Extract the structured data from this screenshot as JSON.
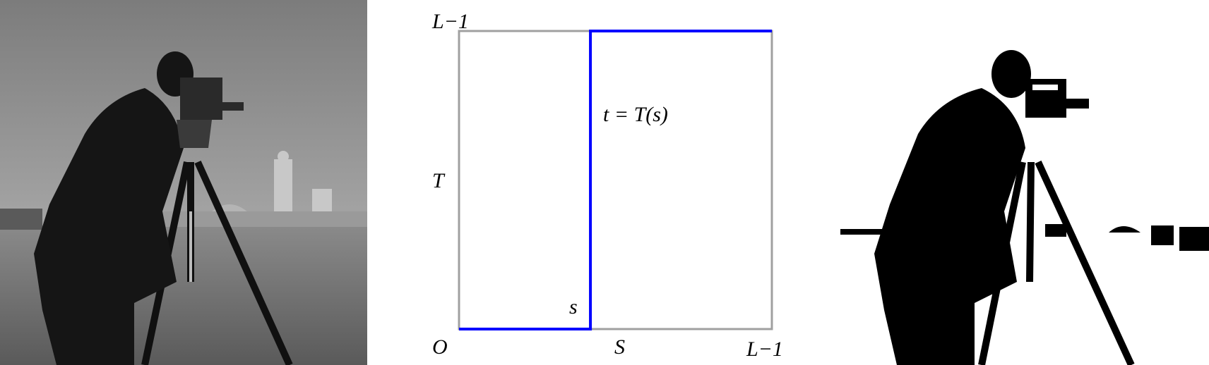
{
  "left_image": {
    "alt": "original grayscale photograph",
    "colors": {
      "sky": "#8a8a8a",
      "ground": "#6e6e6e",
      "figure": "#151515"
    }
  },
  "right_image": {
    "alt": "thresholded black and white photograph",
    "colors": {
      "background": "#ffffff",
      "figure": "#000000"
    }
  },
  "diagram": {
    "labels": {
      "top_left": "L−1",
      "t_axis": "T",
      "origin": "O",
      "s_axis": "S",
      "bottom_right": "L−1",
      "threshold": "s",
      "function": "t = T(s)"
    },
    "colors": {
      "frame": "#a0a0a0",
      "curve": "#0000ff"
    },
    "threshold_fraction": 0.42
  }
}
